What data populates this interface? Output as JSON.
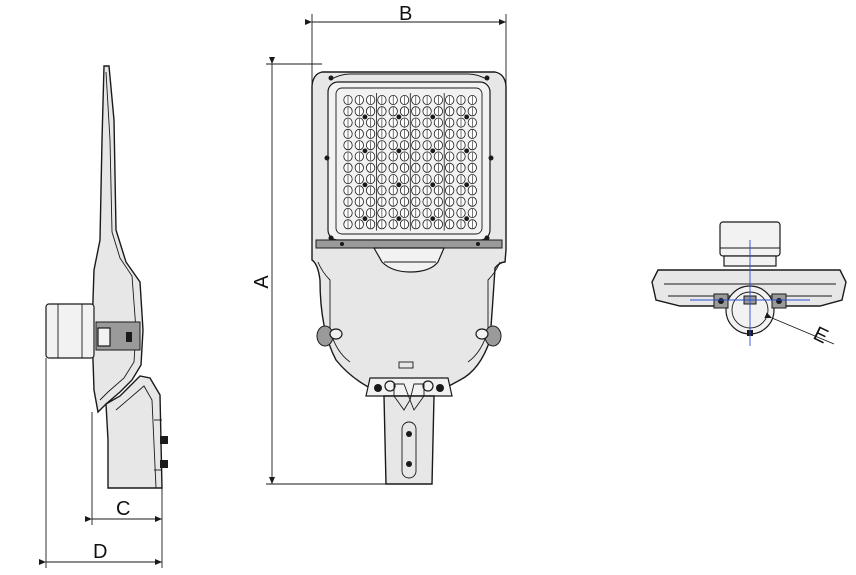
{
  "dimensions": {
    "a": "A",
    "b": "B",
    "c": "C",
    "d": "D",
    "e": "E"
  },
  "colors": {
    "line": "#1a1a1a",
    "body": "#e7e7e7",
    "axis": "#2a4fd6"
  }
}
